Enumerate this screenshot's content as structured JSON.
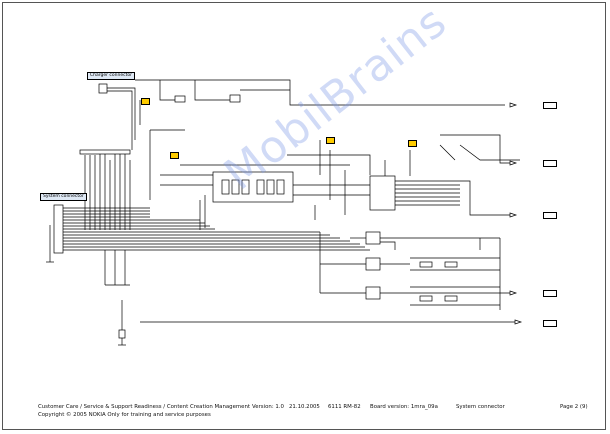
{
  "labels": {
    "charger_connector": "Charger connector",
    "system_connector": "System connector"
  },
  "watermark": "MobilBrains",
  "footer": {
    "line1": "Customer Care / Service & Support Readiness / Content Creation Management",
    "line2": "Copyright © 2005 NOKIA  Only for training and service purposes",
    "version": "Version: 1.0",
    "date": "21.10.2005",
    "model": "6111 RM-82",
    "board_version": "Board version: 1mra_09a",
    "section": "System connector",
    "page": "Page 2 (9)"
  },
  "colors": {
    "label_fill": "#dfe9f5",
    "tag_yellow": "#ffcc00",
    "watermark": "#7896e6"
  }
}
